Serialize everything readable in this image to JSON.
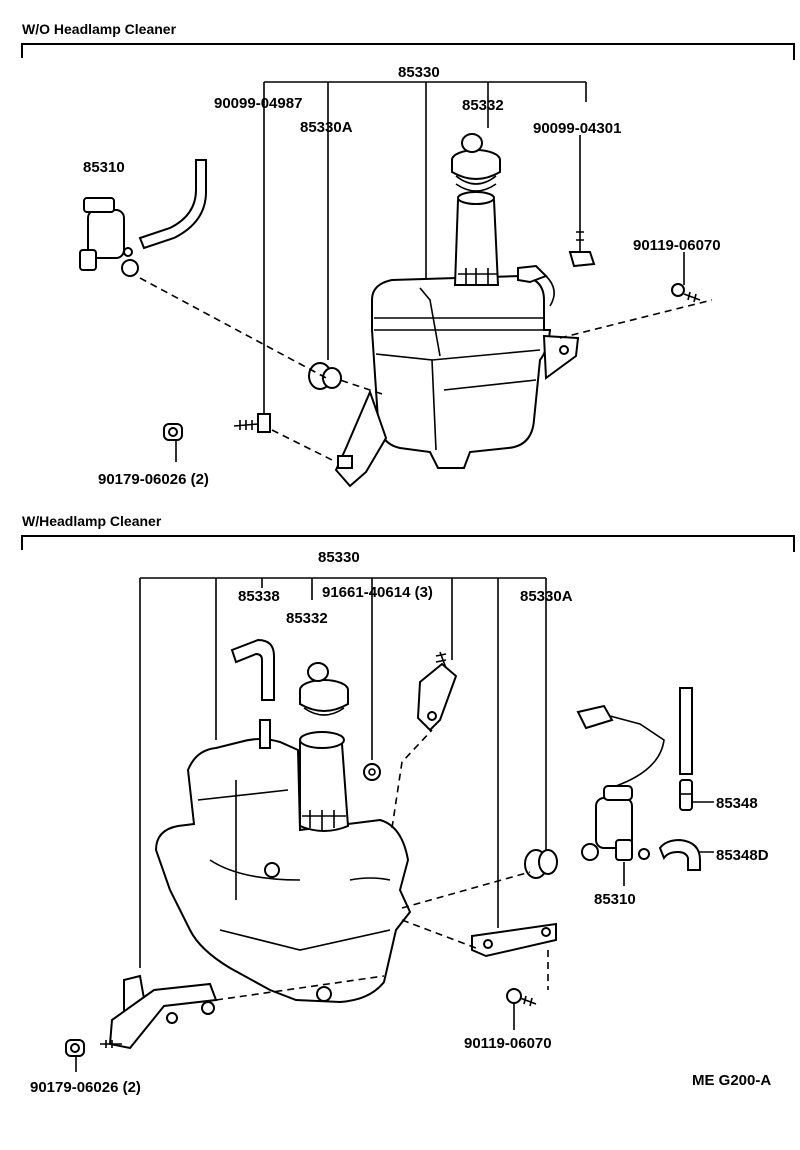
{
  "sections": {
    "wo_headlamp_cleaner": "W/O Headlamp Cleaner",
    "w_headlamp_cleaner": "W/Headlamp Cleaner"
  },
  "top": {
    "p85330": "85330",
    "p90099_04987": "90099-04987",
    "p85330A": "85330A",
    "p85332": "85332",
    "p90099_04301": "90099-04301",
    "p85310": "85310",
    "p90119_06070": "90119-06070",
    "p90179_06026": "90179-06026 (2)"
  },
  "bottom": {
    "p85330": "85330",
    "p85338": "85338",
    "p91661_40614": "91661-40614 (3)",
    "p85330A": "85330A",
    "p85332": "85332",
    "p85348": "85348",
    "p85348D": "85348D",
    "p85310": "85310",
    "p90119_06070": "90119-06070",
    "p90179_06026": "90179-06026 (2)"
  },
  "code": "ME G200-A"
}
